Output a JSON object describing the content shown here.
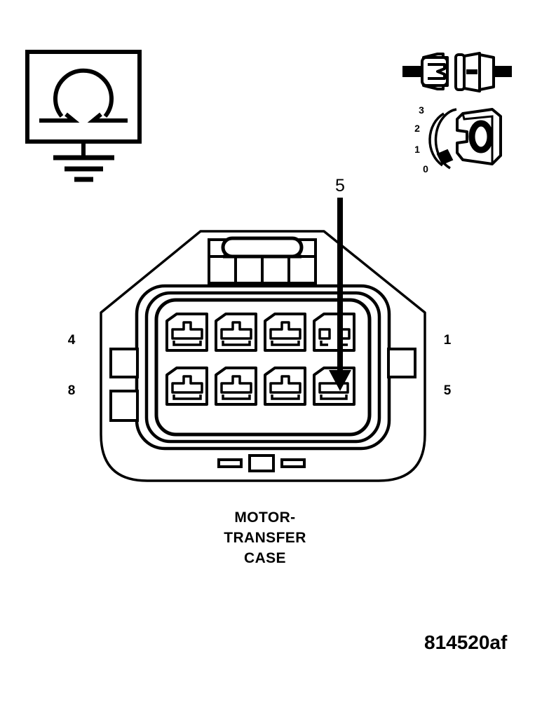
{
  "figure": {
    "id_label": "814520af",
    "caption_lines": [
      "MOTOR-",
      "TRANSFER",
      "CASE"
    ]
  },
  "ohmmeter_symbol": {
    "name": "ohmmeter-with-ground",
    "meter_glyph": "Ω",
    "description": "Ohmmeter symbol connected to ground"
  },
  "disconnect_symbol": {
    "name": "connector-disconnected",
    "description": "Connector shown disconnected"
  },
  "ignition_switch": {
    "name": "ignition-switch-position",
    "positions": [
      "3",
      "2",
      "1",
      "0"
    ],
    "selected_position": "0",
    "key_glyph": "0"
  },
  "connector": {
    "name": "motor-transfer-case-connector",
    "cavity_count": 8,
    "rows": 2,
    "columns": 4,
    "row_labels": {
      "top_left": "4",
      "top_right": "1",
      "bottom_left": "8",
      "bottom_right": "5"
    },
    "cavities": [
      {
        "id": "c1",
        "row": "top",
        "col": 1,
        "wide": true
      },
      {
        "id": "c2",
        "row": "top",
        "col": 2,
        "wide": true
      },
      {
        "id": "c3",
        "row": "top",
        "col": 3,
        "wide": true
      },
      {
        "id": "c4",
        "row": "top",
        "col": 4,
        "wide": false
      },
      {
        "id": "c5",
        "row": "bottom",
        "col": 1,
        "wide": true
      },
      {
        "id": "c6",
        "row": "bottom",
        "col": 2,
        "wide": true
      },
      {
        "id": "c7",
        "row": "bottom",
        "col": 3,
        "wide": true
      },
      {
        "id": "c8",
        "row": "bottom",
        "col": 4,
        "wide": true
      }
    ]
  },
  "callout": {
    "label": "5",
    "target_cavity": "c8",
    "description": "Arrow pointing to cavity 5 (bottom right)"
  },
  "colors": {
    "ink": "#000000",
    "paper": "#ffffff"
  }
}
